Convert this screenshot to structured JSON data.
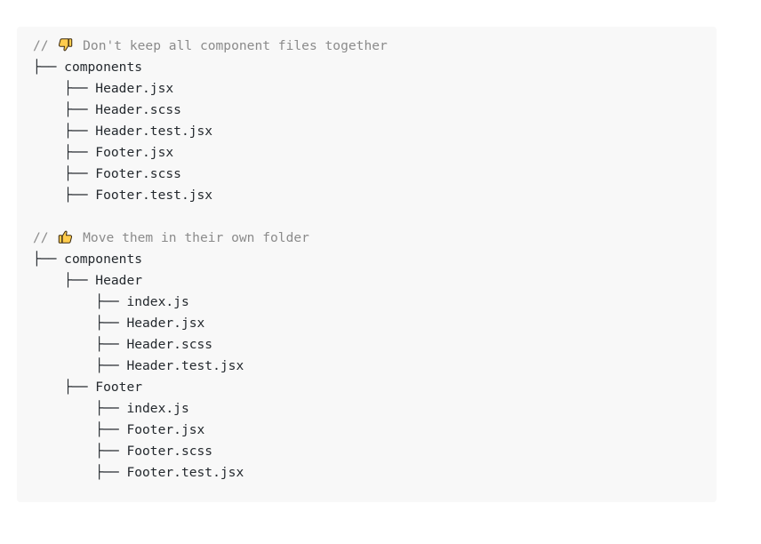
{
  "section1": {
    "comment_prefix": "// ",
    "comment_text": " Don't keep all component files together",
    "emoji": "thumbs-down",
    "lines": [
      {
        "prefix": "├── ",
        "name": "components"
      },
      {
        "prefix": "    ├── ",
        "name": "Header.jsx"
      },
      {
        "prefix": "    ├── ",
        "name": "Header.scss"
      },
      {
        "prefix": "    ├── ",
        "name": "Header.test.jsx"
      },
      {
        "prefix": "    ├── ",
        "name": "Footer.jsx"
      },
      {
        "prefix": "    ├── ",
        "name": "Footer.scss"
      },
      {
        "prefix": "    ├── ",
        "name": "Footer.test.jsx"
      }
    ]
  },
  "section2": {
    "comment_prefix": "// ",
    "comment_text": " Move them in their own folder",
    "emoji": "thumbs-up",
    "lines": [
      {
        "prefix": "├── ",
        "name": "components"
      },
      {
        "prefix": "    ├── ",
        "name": "Header"
      },
      {
        "prefix": "        ├── ",
        "name": "index.js"
      },
      {
        "prefix": "        ├── ",
        "name": "Header.jsx"
      },
      {
        "prefix": "        ├── ",
        "name": "Header.scss"
      },
      {
        "prefix": "        ├── ",
        "name": "Header.test.jsx"
      },
      {
        "prefix": "    ├── ",
        "name": "Footer"
      },
      {
        "prefix": "        ├── ",
        "name": "index.js"
      },
      {
        "prefix": "        ├── ",
        "name": "Footer.jsx"
      },
      {
        "prefix": "        ├── ",
        "name": "Footer.scss"
      },
      {
        "prefix": "        ├── ",
        "name": "Footer.test.jsx"
      }
    ]
  },
  "colors": {
    "background": "#f8f8f8",
    "comment": "#8b8b8b",
    "text": "#24292e",
    "emoji_fill": "#ffcc4d",
    "emoji_outline": "#3a2a10"
  }
}
